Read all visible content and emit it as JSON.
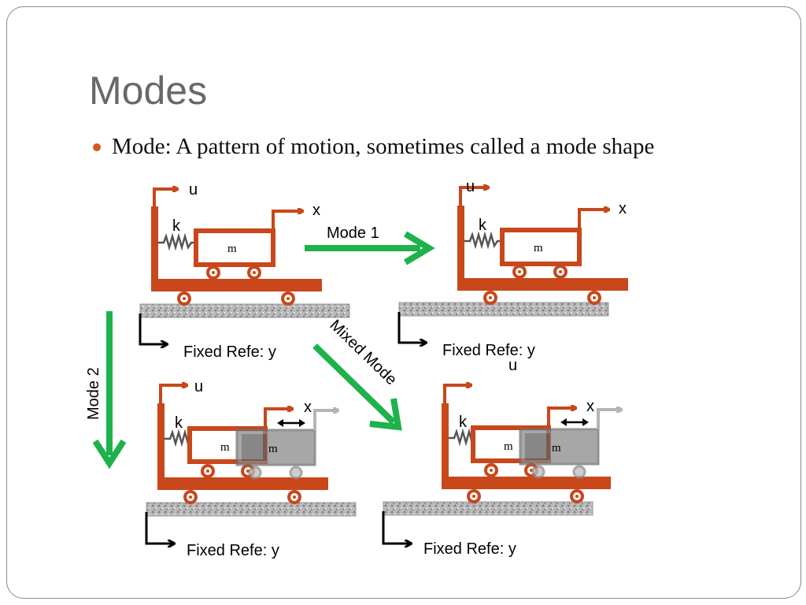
{
  "slide": {
    "title": "Modes",
    "bullet": "Mode: A pattern of motion, sometimes called a mode shape"
  },
  "diagram": {
    "labels": {
      "u": "u",
      "x": "x",
      "k": "k",
      "m": "m",
      "fixed_ref": "Fixed Refe: y",
      "mode1": "Mode 1",
      "mode2": "Mode 2",
      "mixed": "Mixed Mode"
    },
    "colors": {
      "frame": "#c8471b",
      "arrow_green": "#1db24b",
      "ground": "#9a9a9a",
      "ghost": "#7a7a7a",
      "spring": "#555555"
    }
  }
}
